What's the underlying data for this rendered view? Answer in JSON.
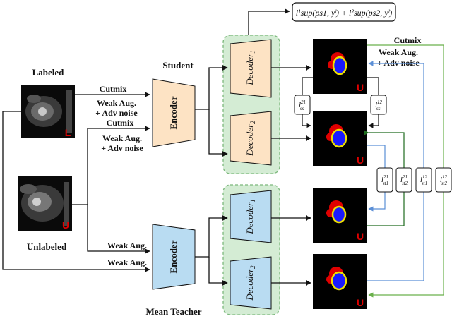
{
  "inputs": {
    "labeled_title": "Labeled",
    "labeled_tag": "L",
    "unlabeled_title": "Unlabeled",
    "unlabeled_tag": "U"
  },
  "student": {
    "title": "Student",
    "encoder": "Encoder",
    "decoder1": "Decoder",
    "decoder1_sub": "1",
    "decoder2": "Decoder",
    "decoder2_sub": "2"
  },
  "teacher": {
    "title": "Mean Teacher",
    "encoder": "Encoder",
    "decoder1": "Decoder",
    "decoder1_sub": "1",
    "decoder2": "Decoder",
    "decoder2_sub": "2"
  },
  "arrows": {
    "cutmix": "Cutmix",
    "weak_aug_adv_1": "Weak Aug.",
    "weak_aug_adv_2": "+ Adv noise",
    "weak_aug": "Weak Aug."
  },
  "outputs": {
    "tag": "U"
  },
  "losses": {
    "sup_formula": "l¹sup(ps1, yˡ) + l²sup(ps2, yˡ)",
    "l_ss_21": "l",
    "l_ss_21_sup": "21",
    "l_ss_21_sub": "ss",
    "l_ss_12": "l",
    "l_ss_12_sup": "12",
    "l_ss_12_sub": "ss",
    "l_st1_21": "l",
    "l_st1_21_sup": "21",
    "l_st1_21_sub": "st1",
    "l_st2_21": "l",
    "l_st2_21_sup": "21",
    "l_st2_21_sub": "st2",
    "l_st1_12": "l",
    "l_st1_12_sup": "12",
    "l_st1_12_sub": "st1",
    "l_st2_12": "l",
    "l_st2_12_sup": "12",
    "l_st2_12_sub": "st2"
  },
  "colors": {
    "encoder_student": "#fde3c4",
    "decoder_student": "#fde3c4",
    "encoder_teacher": "#b9dcf2",
    "decoder_teacher": "#b9dcf2",
    "group_bg": "#d4ecd4",
    "group_border": "#7cb87c",
    "blue_line": "#5b8fd6",
    "dark_green_line": "#1e6b1e",
    "light_green_line": "#6ab04c",
    "seg_red": "#e00000",
    "seg_blue": "#1a1aff",
    "seg_yellow": "#f0e000"
  }
}
